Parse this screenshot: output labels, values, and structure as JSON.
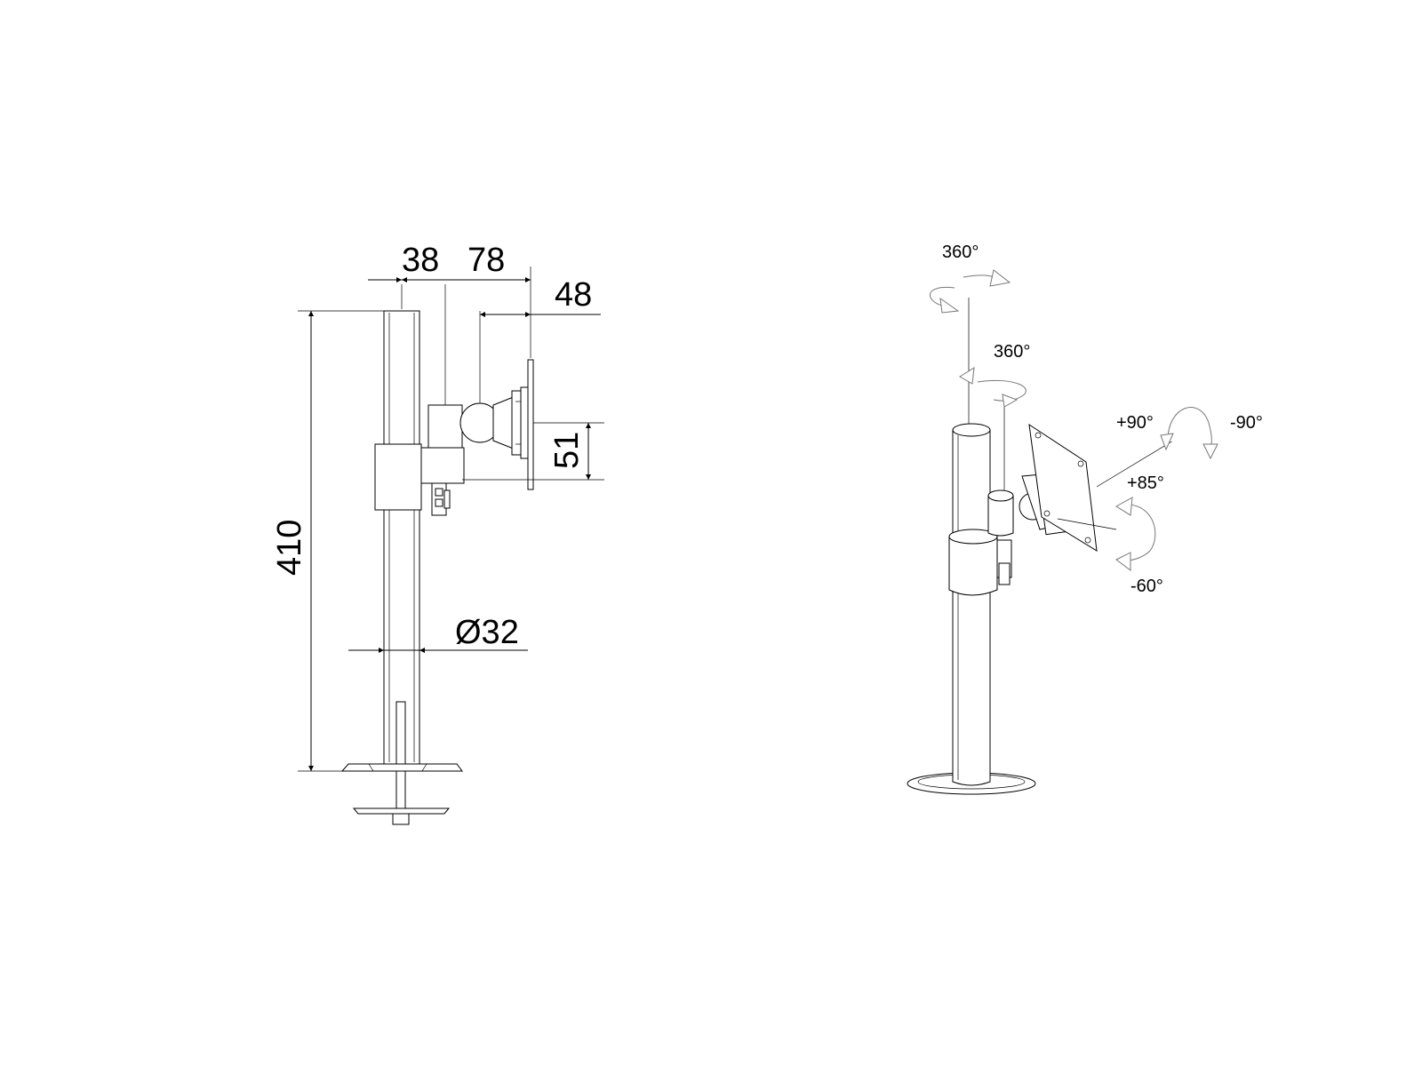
{
  "side_view": {
    "dim_38": "38",
    "dim_78": "78",
    "dim_48": "48",
    "dim_51": "51",
    "dim_410": "410",
    "dim_d32": "Ø32"
  },
  "iso_view": {
    "rot_pole": "360°",
    "rot_clamp": "360°",
    "tilt_plus": "+90°",
    "tilt_minus": "-90°",
    "swivel_plus": "+85°",
    "swivel_minus": "-60°"
  }
}
